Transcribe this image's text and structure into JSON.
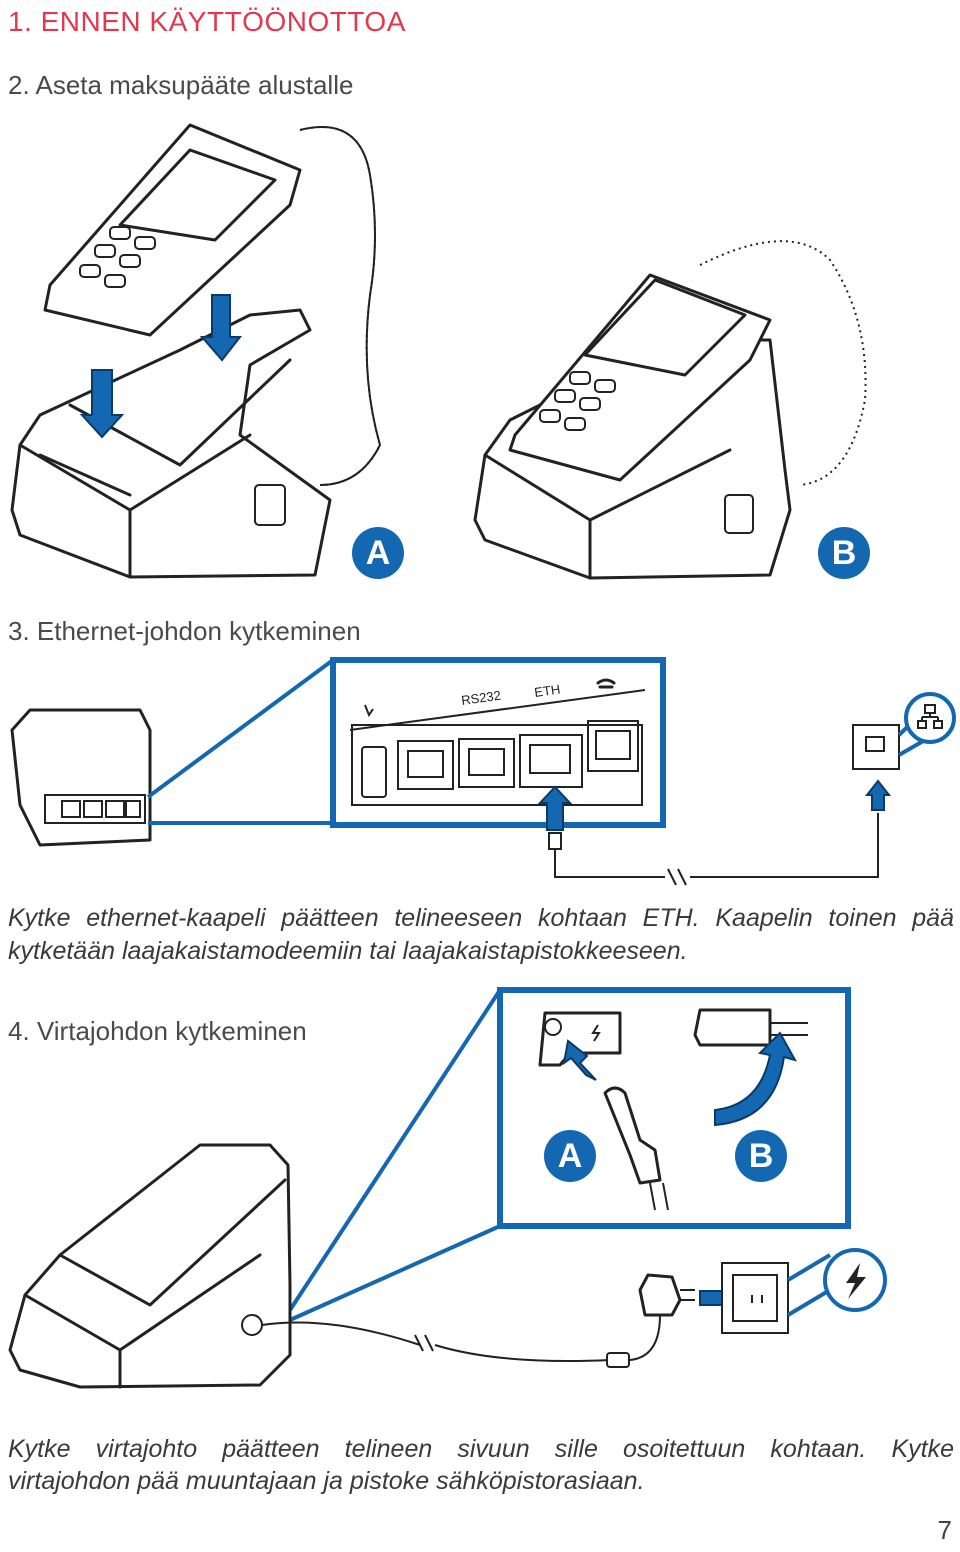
{
  "section_title": "1. ENNEN KÄYTTÖÖNOTTOA",
  "step2": {
    "title": "2. Aseta maksupääte alustalle",
    "badge_a": "A",
    "badge_b": "B"
  },
  "step3": {
    "title": "3. Ethernet-johdon kytkeminen",
    "ports": [
      "RS232",
      "ETH"
    ],
    "caption_line1": "Kytke ethernet-kaapeli päätteen telineeseen kohtaan ETH. Kaapelin toinen pää",
    "caption_line2": "kytketään laajakaistamodeemiin tai laajakaistapistokkeeseen."
  },
  "step4": {
    "title": "4. Virtajohdon kytkeminen",
    "badge_a": "A",
    "badge_b": "B",
    "caption_line1": "Kytke virtajohto päätteen telineen sivuun sille osoitettuun kohtaan. Kytke",
    "caption_line2": "virtajohdon pää muuntajaan ja pistoke sähköpistorasiaan."
  },
  "page_number": "7",
  "colors": {
    "accent": "#1468b1",
    "heading": "#e2384f"
  },
  "icons": [
    "usb-icon",
    "phone-icon",
    "network-icon",
    "lightning-icon",
    "arrow-down-icon",
    "arrow-up-icon",
    "arrow-right-icon",
    "curved-arrow-icon"
  ]
}
